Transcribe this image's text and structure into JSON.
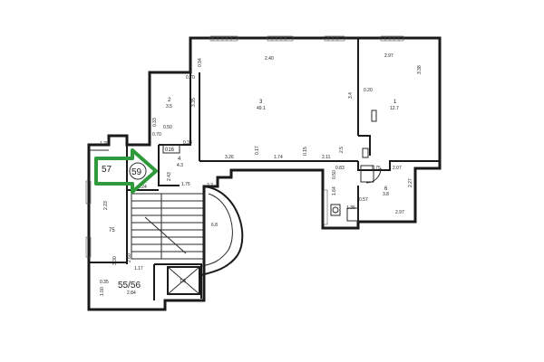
{
  "labels": {
    "top_2_40": "2.40",
    "top_2_97": "2.97",
    "left_0_94": "0.94",
    "left_0_70": "0.70",
    "corridor_2": "2",
    "corridor_3_5": "3.5",
    "corridor_3_35": "3.35",
    "room_3": "3",
    "room_3_area": "49.1",
    "right_1": "1",
    "right_1_area": "12.7",
    "right_0_20": "0.20",
    "right_3_4": "3.4",
    "right_3_38": "3.38",
    "mid_0_50": "0.50",
    "mid_0_33a": "0.33",
    "mid_0_70": "0.70",
    "mid_0_33b": "0.33",
    "lobby_4": "4",
    "lobby_4_area": "4.3",
    "row_3_26": "3.26",
    "row_0_17": "0.17",
    "row_1_74": "1.74",
    "row_0_15": "0.15",
    "row_2_11": "2.11",
    "row_2_5": "2.5",
    "row_0_83": "0.83",
    "row_0_75": "0.75",
    "row_2_07": "2.07",
    "low_0_50": "0.50",
    "low_1_64": "1.64",
    "low_0_57": "0.57",
    "wc_6": "6",
    "wc_6_area": "3.8",
    "low_1_35": "1.35",
    "low_2_27": "2.27",
    "low_2_97": "2.97",
    "low_1_75": "1.75",
    "low_2_43": "2.43",
    "low_1_24": "1.24",
    "left_1_20": "1.20",
    "left_2_23": "2.23",
    "tag_016": "016",
    "room_57": "57",
    "room_59": "59",
    "room_75": "75",
    "curve_6_8": "6.8",
    "stair_a": "2.60",
    "stair_b": "1.17",
    "left_3_30": "3.30",
    "lift_label": "1.3",
    "bottom_0_35": "0.35",
    "bottom_1_00": "1.00",
    "bottom_2_84": "2.84",
    "room_55_56": "55/56",
    "stair_up_label": "2.2"
  },
  "colors": {
    "arrow": "#2e9a3c",
    "wall": "#1a1a1a"
  },
  "icons": {
    "arrow": "green-arrow-icon"
  }
}
